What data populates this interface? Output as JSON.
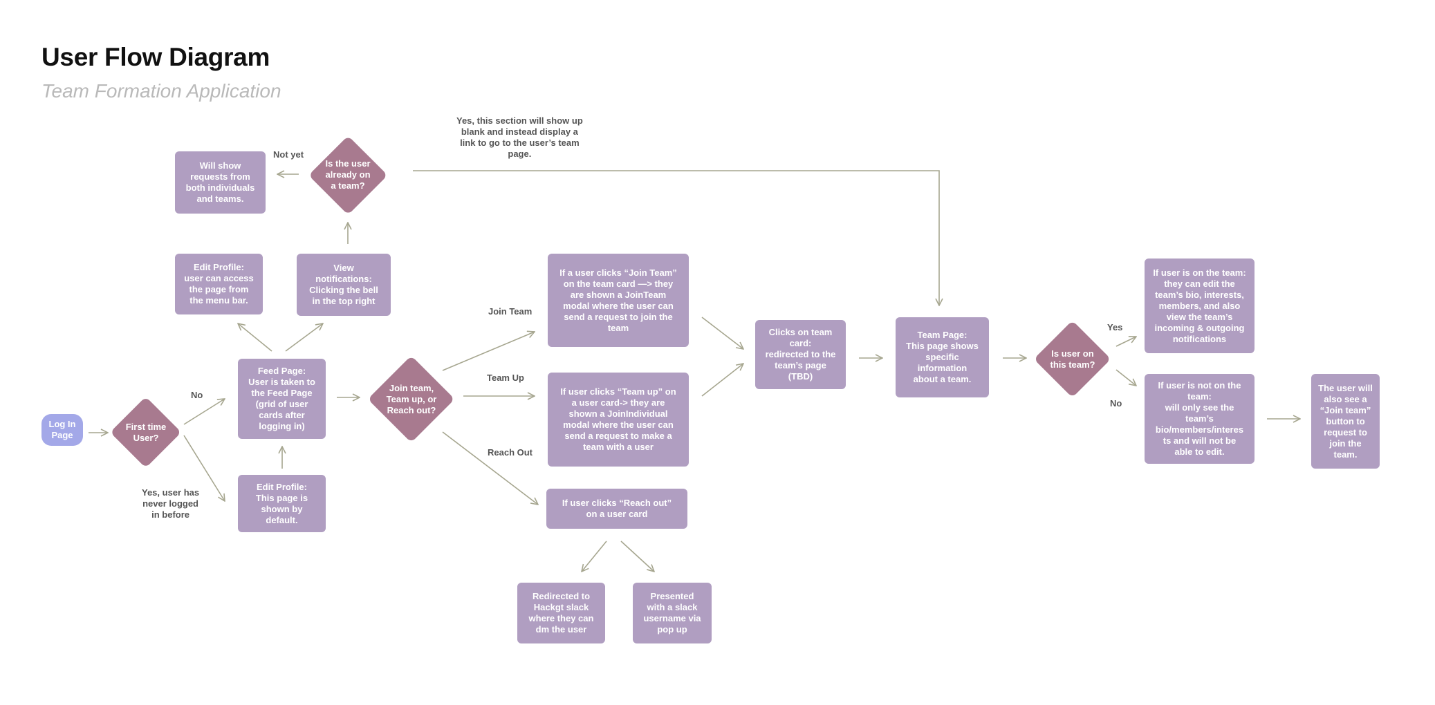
{
  "header": {
    "title": "User Flow Diagram",
    "subtitle": "Team Formation Application"
  },
  "nodes": {
    "login": "Log In\nPage",
    "will_show_requests": "Will show\nrequests from\nboth individuals\nand teams.",
    "edit_profile_menu": "Edit Profile:\nuser can access\nthe page from\nthe menu bar.",
    "view_notifications": "View\nnotifications:\nClicking the bell\nin the top right",
    "feed_page": "Feed Page:\nUser is taken  to\nthe Feed Page\n(grid of user\ncards after\nlogging in)",
    "edit_profile_default": "Edit Profile:\nThis page is\nshown by\ndefault.",
    "join_team_card": "If a user clicks “Join Team”\non the team card —> they\nare shown a JoinTeam\nmodal where the user can\nsend a request to join the\nteam",
    "team_up_card": "If user clicks “Team up” on\na user card-> they are\nshown a JoinIndividual\nmodal where the user can\nsend a request to make a\nteam with a user",
    "reach_out_card": "If user clicks “Reach out”\non a user card",
    "redirect_slack": "Redirected to\nHackgt slack\nwhere they can\ndm the user",
    "slack_popup": "Presented\nwith a slack\nusername via\npop up",
    "clicks_team_card": "Clicks on team\ncard:\nredirected to the\nteam’s page\n(TBD)",
    "team_page": "Team Page:\nThis page shows\nspecific\ninformation\nabout a team.",
    "on_team": "If user is on the team:\nthey can edit the\nteam’s bio, interests,\nmembers, and also\nview the team’s\nincoming & outgoing\nnotifications",
    "not_on_team": "If user is not on the\nteam:\nwill only see the\nteam’s\nbio/members/interes\nts and will not be\nable to edit.",
    "join_team_button": "The user will\nalso see a\n“Join team”\nbutton to\nrequest to\njoin the\nteam."
  },
  "decisions": {
    "first_time": "First time\nUser?",
    "already_on_team": "Is the user\nalready on\na team?",
    "join_team_up_reach": "Join team,\nTeam up, or\nReach out?",
    "is_on_team": "Is user on\nthis team?"
  },
  "labels": {
    "no_feed": "No",
    "yes_never_logged": "Yes, user has\nnever logged\nin before",
    "not_yet": "Not yet",
    "yes_blank_section": "Yes,  this section will show up\nblank and instead display a\nlink to go to the user’s team\npage.",
    "join_team": "Join Team",
    "team_up": "Team Up",
    "reach_out": "Reach Out",
    "yes_on_team": "Yes",
    "no_not_on_team": "No"
  },
  "colors": {
    "node_fill": "#b09ec1",
    "decision_fill": "#a87a8f",
    "start_fill": "#a3a8e8",
    "connector": "#a6a68f"
  }
}
